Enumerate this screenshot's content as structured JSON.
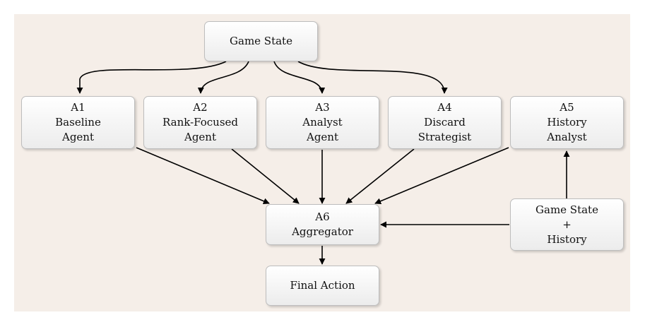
{
  "nodes": {
    "game_state": {
      "lines": [
        "Game State"
      ]
    },
    "a1": {
      "lines": [
        "A1",
        "Baseline",
        "Agent"
      ]
    },
    "a2": {
      "lines": [
        "A2",
        "Rank-Focused",
        "Agent"
      ]
    },
    "a3": {
      "lines": [
        "A3",
        "Analyst",
        "Agent"
      ]
    },
    "a4": {
      "lines": [
        "A4",
        "Discard",
        "Strategist"
      ]
    },
    "a5": {
      "lines": [
        "A5",
        "History",
        "Analyst"
      ]
    },
    "a6": {
      "lines": [
        "A6",
        "Aggregator"
      ]
    },
    "game_state_history": {
      "lines": [
        "Game State",
        "+",
        "History"
      ]
    },
    "final_action": {
      "lines": [
        "Final Action"
      ]
    }
  },
  "edges": [
    {
      "from": "game_state",
      "to": "a1"
    },
    {
      "from": "game_state",
      "to": "a2"
    },
    {
      "from": "game_state",
      "to": "a3"
    },
    {
      "from": "game_state",
      "to": "a4"
    },
    {
      "from": "a1",
      "to": "a6"
    },
    {
      "from": "a2",
      "to": "a6"
    },
    {
      "from": "a3",
      "to": "a6"
    },
    {
      "from": "a4",
      "to": "a6"
    },
    {
      "from": "a5",
      "to": "a6"
    },
    {
      "from": "game_state_history",
      "to": "a5"
    },
    {
      "from": "game_state_history",
      "to": "a6"
    },
    {
      "from": "a6",
      "to": "final_action"
    }
  ]
}
